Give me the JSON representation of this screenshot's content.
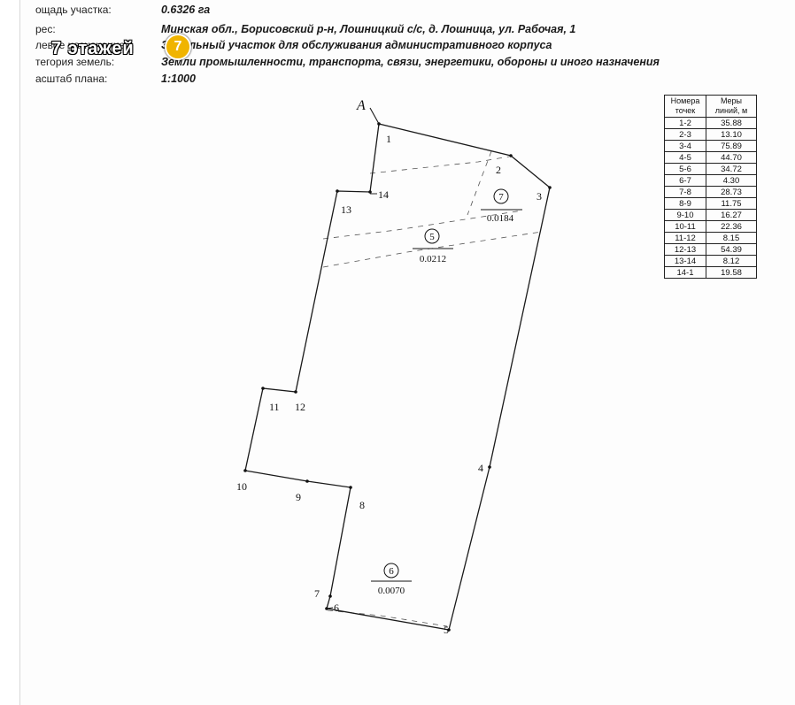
{
  "header": {
    "rows": [
      {
        "label": "ощадь участка:",
        "value": "0.6326   га"
      },
      {
        "label": "рес:",
        "value": "Минская обл., Борисовский р-н, Лошницкий с/с, д. Лошница, ул. Рабочая, 1"
      },
      {
        "label": "левое назначение:",
        "value": "Земельный участок для обслуживания административного корпуса"
      },
      {
        "label": "тегория земель:",
        "value": "Земли промышленности, транспорта, связи, энергетики, обороны и иного назначения"
      },
      {
        "label": "асштаб плана:",
        "value": "1:1000"
      }
    ]
  },
  "watermark": {
    "text": "7 этажей",
    "badge": "7",
    "badge_color": "#f0b400"
  },
  "plan": {
    "north_marker": "A",
    "vertices": [
      {
        "id": "1",
        "label": "1"
      },
      {
        "id": "2",
        "label": "2"
      },
      {
        "id": "3",
        "label": "3"
      },
      {
        "id": "4",
        "label": "4"
      },
      {
        "id": "5",
        "label": "5"
      },
      {
        "id": "6",
        "label": "6"
      },
      {
        "id": "7",
        "label": "7"
      },
      {
        "id": "8",
        "label": "8"
      },
      {
        "id": "9",
        "label": "9"
      },
      {
        "id": "10",
        "label": "10"
      },
      {
        "id": "11",
        "label": "11"
      },
      {
        "id": "12",
        "label": "12"
      },
      {
        "id": "13",
        "label": "13"
      },
      {
        "id": "14",
        "label": "14"
      }
    ],
    "zones": [
      {
        "id": "5",
        "area": "0.0212"
      },
      {
        "id": "6",
        "area": "0.0070"
      },
      {
        "id": "7",
        "area": "0.0184"
      }
    ]
  },
  "table": {
    "headers": [
      "Номера точек",
      "Меры линий, м"
    ],
    "rows": [
      [
        "1-2",
        "35.88"
      ],
      [
        "2-3",
        "13.10"
      ],
      [
        "3-4",
        "75.89"
      ],
      [
        "4-5",
        "44.70"
      ],
      [
        "5-6",
        "34.72"
      ],
      [
        "6-7",
        "4.30"
      ],
      [
        "7-8",
        "28.73"
      ],
      [
        "8-9",
        "11.75"
      ],
      [
        "9-10",
        "16.27"
      ],
      [
        "10-11",
        "22.36"
      ],
      [
        "11-12",
        "8.15"
      ],
      [
        "12-13",
        "54.39"
      ],
      [
        "13-14",
        "8.12"
      ],
      [
        "14-1",
        "19.58"
      ]
    ]
  }
}
